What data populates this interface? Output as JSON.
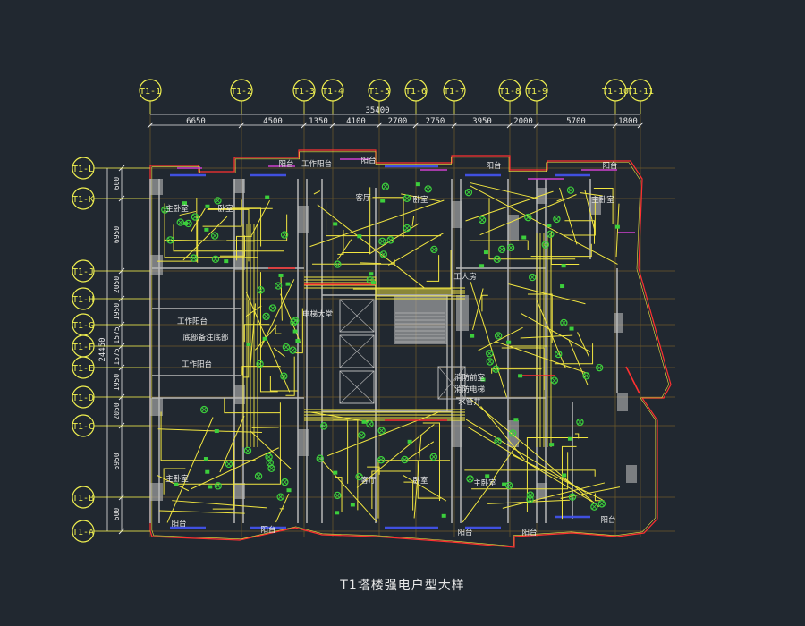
{
  "caption": "T1塔楼强电户型大样",
  "total_width_label": "35400",
  "total_height_label": "24450",
  "colors": {
    "background": "#212830",
    "axis_bubble": "#f0f050",
    "dimension": "#e8e8e8",
    "wall": "#b8b8b8",
    "wiring": "#f2e640",
    "device": "#3ccf3c",
    "accent_red": "#ff3030",
    "accent_magenta": "#d040d0",
    "accent_blue": "#4050e0",
    "grid_line": "#6e5a2a"
  },
  "axes_top": [
    "T1-1",
    "T1-2",
    "T1-3",
    "T1-4",
    "T1-5",
    "T1-6",
    "T1-7",
    "T1-8",
    "T1-9",
    "T1-10",
    "T1-11"
  ],
  "dims_top": [
    "6650",
    "4500",
    "1350",
    "4100",
    "2700",
    "2750",
    "3950",
    "2000",
    "5700",
    "1800"
  ],
  "axes_left": [
    "T1-L",
    "T1-K",
    "T1-J",
    "T1-H",
    "T1-G",
    "T1-F",
    "T1-E",
    "T1-D",
    "T1-C",
    "T1-B",
    "T1-A"
  ],
  "dims_left": [
    "600",
    "6950",
    "2050",
    "1950",
    "1575",
    "1575",
    "1950",
    "2050",
    "6950",
    "600"
  ],
  "room_labels": [
    "阳台",
    "阳台",
    "工作阳台",
    "阳台",
    "阳台",
    "阳台",
    "主卧室",
    "卧室",
    "客厅",
    "卧室",
    "主卧室",
    "电梯大堂",
    "工作阳台",
    "底部备注底部",
    "工作阳台",
    "工人房",
    "消防前室",
    "消防电梯",
    "水管井",
    "主卧室",
    "客厅",
    "卧室",
    "主卧室",
    "阳台",
    "阳台",
    "阳台",
    "阳台"
  ]
}
